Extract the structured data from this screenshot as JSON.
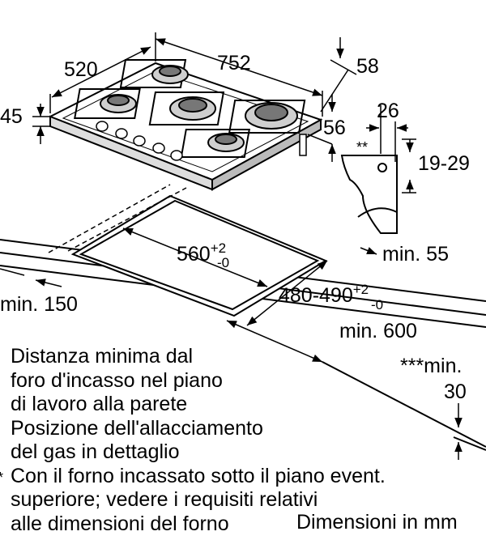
{
  "dimensions": {
    "width_top": "752",
    "depth_top": "520",
    "height_hob": "45",
    "depth_58": "58",
    "depth_56": "56",
    "cutout_width": "560",
    "cutout_width_tol_plus": "+2",
    "cutout_width_tol_minus": "-0",
    "cutout_depth": "480-490",
    "cutout_depth_tol_plus": "+2",
    "cutout_depth_tol_minus": "-0",
    "min_front": "min. 55",
    "min_side": "min. 150",
    "min_wall": "min. 600",
    "min_below_label": "***min.",
    "min_below_value": "30",
    "gas_offset": "26",
    "gas_height": "19-29",
    "gas_marker": "**"
  },
  "notes": [
    "Distanza minima dal",
    "foro d'incasso nel piano",
    "di lavoro alla parete",
    "Posizione dell'allacciamento",
    "del gas in dettaglio",
    "Con il forno incassato sotto il piano event.",
    "superiore; vedere i requisiti relativi",
    "alle dimensioni del forno"
  ],
  "note_marker": "*",
  "units_label": "Dimensioni in mm"
}
